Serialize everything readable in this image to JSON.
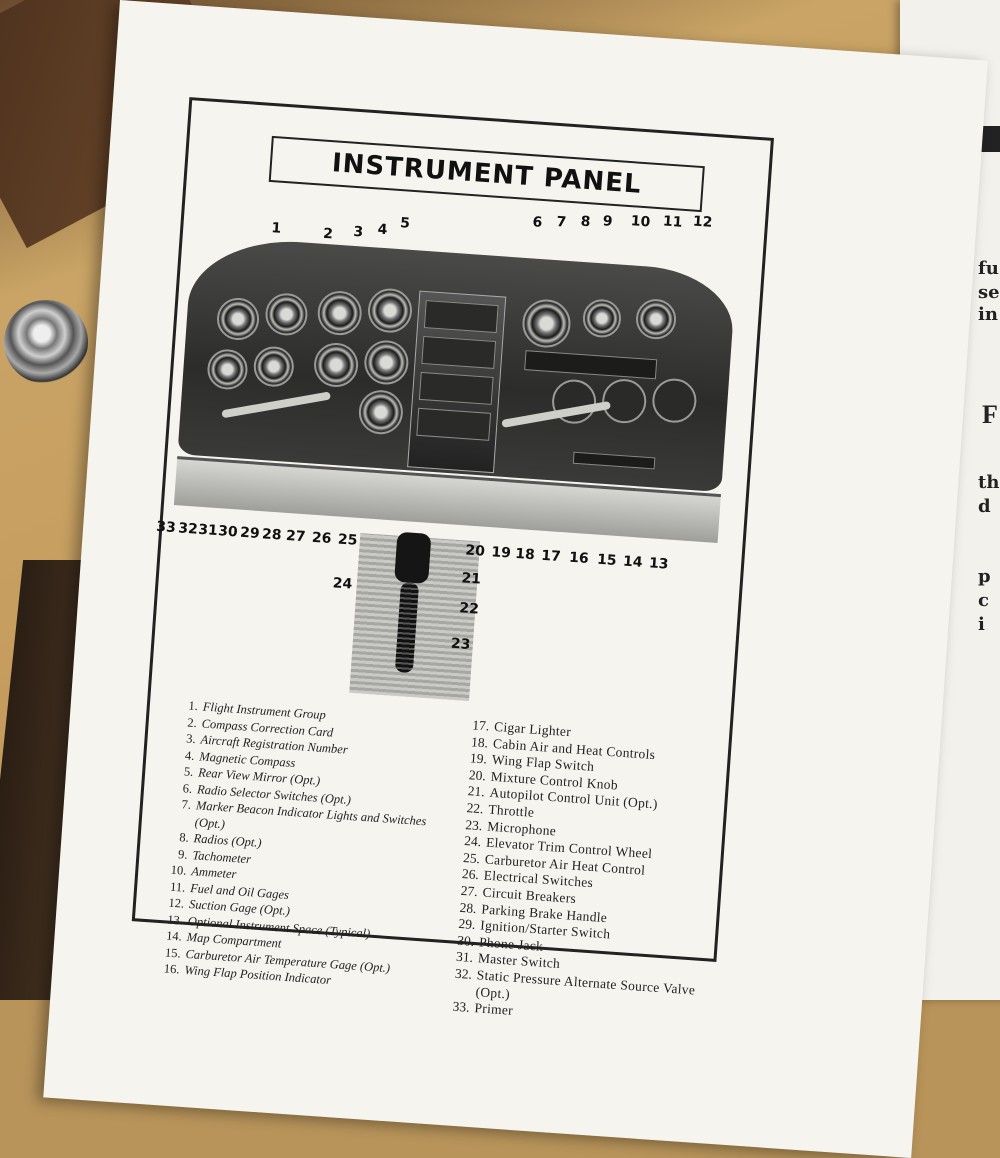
{
  "page": {
    "title": "INSTRUMENT PANEL"
  },
  "callouts": [
    "1",
    "2",
    "3",
    "4",
    "5",
    "6",
    "7",
    "8",
    "9",
    "10",
    "11",
    "12",
    "13",
    "14",
    "15",
    "16",
    "17",
    "18",
    "19",
    "20",
    "21",
    "22",
    "23",
    "24",
    "25",
    "26",
    "27",
    "28",
    "29",
    "30",
    "31",
    "32",
    "33"
  ],
  "legend_left": [
    {
      "num": "1.",
      "text": "Flight Instrument Group"
    },
    {
      "num": "2.",
      "text": "Compass Correction Card"
    },
    {
      "num": "3.",
      "text": "Aircraft Registration Number"
    },
    {
      "num": "4.",
      "text": "Magnetic Compass"
    },
    {
      "num": "5.",
      "text": "Rear View Mirror (Opt.)"
    },
    {
      "num": "6.",
      "text": "Radio Selector Switches (Opt.)"
    },
    {
      "num": "7.",
      "text": "Marker Beacon Indicator Lights and Switches (Opt.)"
    },
    {
      "num": "8.",
      "text": "Radios (Opt.)"
    },
    {
      "num": "9.",
      "text": "Tachometer"
    },
    {
      "num": "10.",
      "text": "Ammeter"
    },
    {
      "num": "11.",
      "text": "Fuel and Oil Gages"
    },
    {
      "num": "12.",
      "text": "Suction Gage (Opt.)"
    },
    {
      "num": "13.",
      "text": "Optional Instrument Space (Typical)"
    },
    {
      "num": "14.",
      "text": "Map Compartment"
    },
    {
      "num": "15.",
      "text": "Carburetor Air Temperature Gage (Opt.)"
    },
    {
      "num": "16.",
      "text": "Wing Flap Position Indicator"
    }
  ],
  "legend_right": [
    {
      "num": "17.",
      "text": "Cigar Lighter"
    },
    {
      "num": "18.",
      "text": "Cabin Air and Heat Controls"
    },
    {
      "num": "19.",
      "text": "Wing Flap Switch"
    },
    {
      "num": "20.",
      "text": "Mixture Control Knob"
    },
    {
      "num": "21.",
      "text": "Autopilot Control Unit (Opt.)"
    },
    {
      "num": "22.",
      "text": "Throttle"
    },
    {
      "num": "23.",
      "text": "Microphone"
    },
    {
      "num": "24.",
      "text": "Elevator Trim Control Wheel"
    },
    {
      "num": "25.",
      "text": "Carburetor Air Heat Control"
    },
    {
      "num": "26.",
      "text": "Electrical Switches"
    },
    {
      "num": "27.",
      "text": "Circuit Breakers"
    },
    {
      "num": "28.",
      "text": "Parking Brake Handle"
    },
    {
      "num": "29.",
      "text": "Ignition/Starter Switch"
    },
    {
      "num": "30.",
      "text": "Phone Jack"
    },
    {
      "num": "31.",
      "text": "Master Switch"
    },
    {
      "num": "32.",
      "text": "Static Pressure Alternate Source Valve (Opt.)"
    },
    {
      "num": "33.",
      "text": "Primer"
    }
  ],
  "right_page": {
    "line1": "fu",
    "line2": "se",
    "line3": "in",
    "heading": "F",
    "line4": "th",
    "line5": "d",
    "line6": "p",
    "line7": "c",
    "line8": "i"
  }
}
